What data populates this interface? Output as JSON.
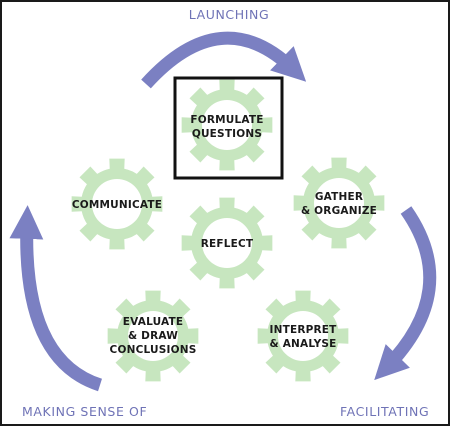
{
  "colors": {
    "gear_fill": "#c7e6bf",
    "arrow": "#7b80c2",
    "phase_text": "#6f73b6",
    "highlight_box": "#111111",
    "gear_text": "#1a1a1a"
  },
  "phases": {
    "launching": "LAUNCHING",
    "facilitating": "FACILITATING",
    "making_sense": "MAKING SENSE OF"
  },
  "gears": {
    "formulate": {
      "line1": "FORMULATE",
      "line2": "QUESTIONS",
      "highlighted": true
    },
    "communicate": {
      "line1": "COMMUNICATE"
    },
    "gather": {
      "line1": "GATHER",
      "line2": "& ORGANIZE"
    },
    "reflect": {
      "line1": "REFLECT"
    },
    "evaluate": {
      "line1": "EVALUATE",
      "line2": "& DRAW",
      "line3": "CONCLUSIONS"
    },
    "interpret": {
      "line1": "INTERPRET",
      "line2": "& ANALYSE"
    }
  }
}
